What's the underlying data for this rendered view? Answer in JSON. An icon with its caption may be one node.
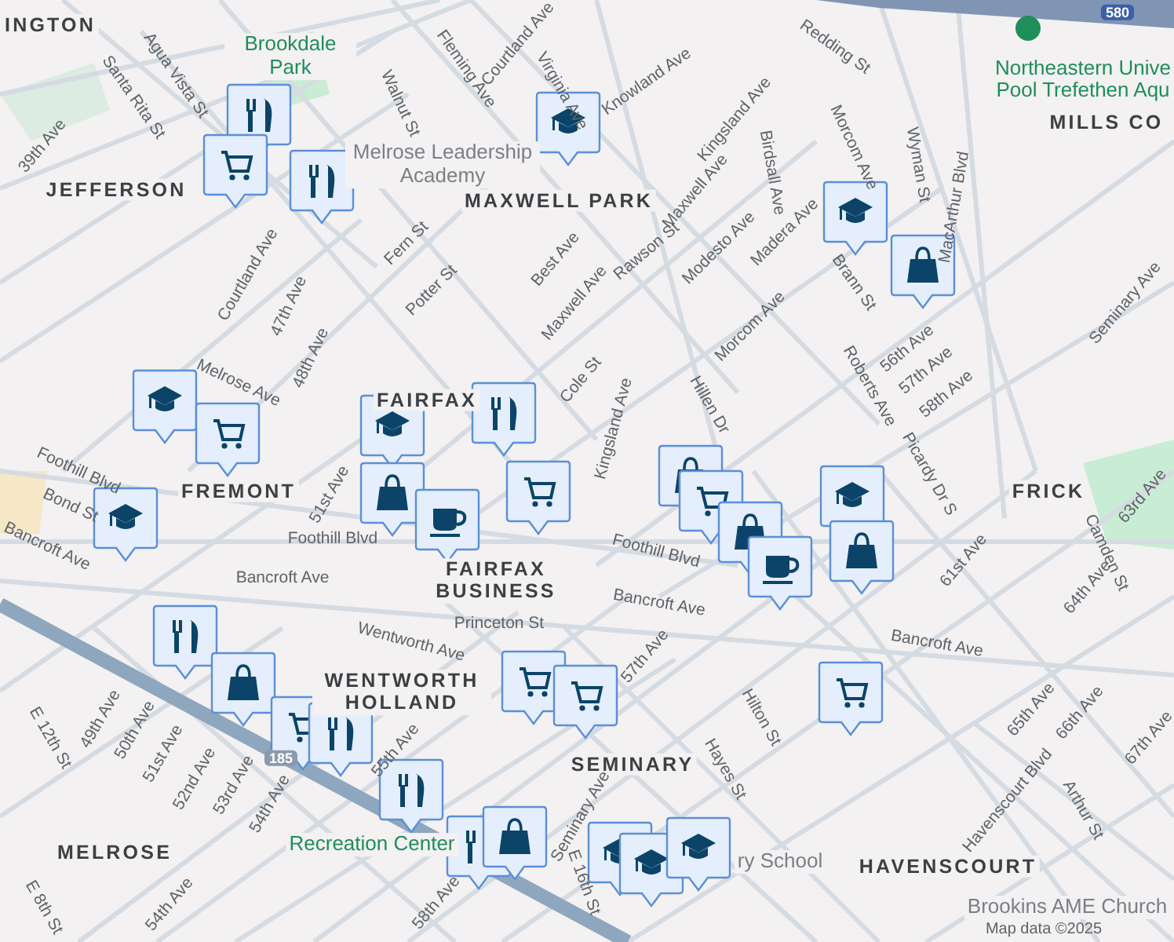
{
  "diagram": {
    "labels": [
      "INGTON",
      "Agua Vista St",
      "Santa Rita St",
      "Brookdale Park",
      "Walnut St",
      "Fleming Ave",
      "Courtland Ave",
      "Virginia Ave",
      "Knowland Ave",
      "Redding St",
      "Northeastern Unive",
      "Pool Trefethen Aqu",
      "MILLS CO",
      "Melrose Leadership Academy",
      "JEFFERSON",
      "MAXWELL PARK",
      "39th Ave",
      "Kingsland Ave",
      "Maxwell Ave",
      "Birdsall Ave",
      "Morcom Ave",
      "Wyman St",
      "MacArthur Blvd",
      "Best Ave",
      "Maxwell Ave",
      "Rawson St",
      "Modesto Ave",
      "Madera Ave",
      "Brann St",
      "Morcom Ave",
      "Fern St",
      "Potter St",
      "Courtland Ave",
      "47th Ave",
      "48th Ave",
      "Seminary Ave",
      "56th Ave",
      "57th Ave",
      "58th Ave",
      "Roberts Ave",
      "Picardy Dr S",
      "Hillen Dr",
      "Cole St",
      "Kingsland Ave",
      "FAIRFAX",
      "Melrose Ave",
      "51st Ave",
      "FREMONT",
      "Foothill Blvd",
      "Bond St",
      "Bancroft Ave",
      "Foothill Blvd",
      "Bancroft Ave",
      "FAIRFAX BUSINESS",
      "Foothill Blvd",
      "Bancroft Ave",
      "Bancroft Ave",
      "Princeton St",
      "Wentworth Ave",
      "WENTWORTH HOLLAND",
      "57th Ave",
      "61st Ave",
      "FRICK",
      "63rd Ave",
      "Camden St",
      "64th Ave",
      "Hilton St",
      "Hayes St",
      "SEMINARY",
      "Seminary Ave",
      "65th Ave",
      "66th Ave",
      "67th Ave",
      "Havenscourt Blvd",
      "Arthur St",
      "HAVENSCOURT",
      "ry School",
      "Brookins AME Church",
      "Map data ©2025",
      "E 12th St",
      "49th Ave",
      "50th Ave",
      "51st Ave",
      "52nd Ave",
      "53rd Ave",
      "54th Ave",
      "55th Ave",
      "Recreation Center",
      "MELROSE",
      "E 8th St",
      "54th Ave",
      "58th Ave",
      "E 16th St",
      "580",
      "185"
    ]
  }
}
